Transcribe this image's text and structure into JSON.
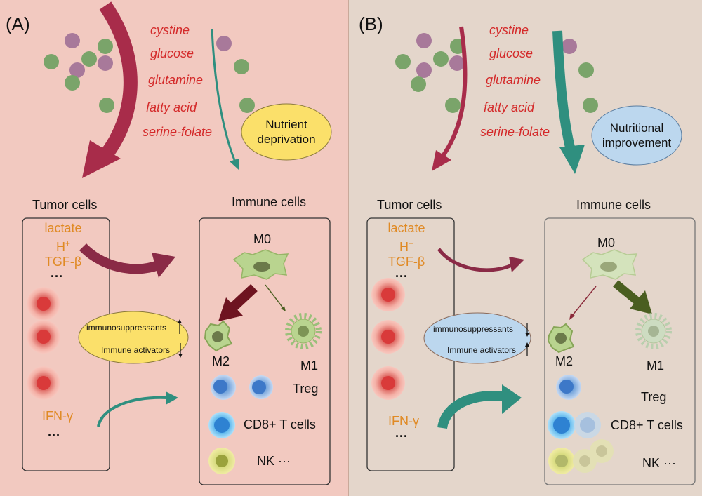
{
  "panels": [
    {
      "label": "(A)",
      "nutrients": [
        "cystine",
        "glucose",
        "glutamine",
        "fatty acid",
        "serine-folate"
      ],
      "state_line1": "Nutrient",
      "state_line2": "deprivation",
      "tumor_heading": "Tumor cells",
      "immune_heading": "Immune cells",
      "factors": [
        "lactate",
        "H",
        "TGF-β",
        "···"
      ],
      "ifn": "IFN-γ",
      "ifn_dots": "···",
      "regulators": [
        "immunosuppressants",
        "Immune activators"
      ],
      "m0": "M0",
      "m2": "M2",
      "m1": "M1",
      "treg": "Treg",
      "cd8": "CD8+ T cells",
      "nk": "NK ···"
    },
    {
      "label": "(B)",
      "nutrients": [
        "cystine",
        "glucose",
        "glutamine",
        "fatty acid",
        "serine-folate"
      ],
      "state_line1": "Nutritional",
      "state_line2": "improvement",
      "tumor_heading": "Tumor cells",
      "immune_heading": "Immune cells",
      "factors": [
        "lactate",
        "H",
        "TGF-β",
        "···"
      ],
      "ifn": "IFN-γ",
      "ifn_dots": "···",
      "regulators": [
        "immunosuppressants",
        "Immune activators"
      ],
      "m0": "M0",
      "m2": "M2",
      "m1": "M1",
      "treg": "Treg",
      "cd8": "CD8+ T cells",
      "nk": "NK ···"
    }
  ],
  "superscript_plus": "+",
  "colors": {
    "panel_a_bg": "#f2c9c0",
    "panel_b_bg": "#e4d6cb",
    "nutrient_text": "#d42a2a",
    "factor_text": "#e08a25",
    "tumor_arrow": "#a82c4a",
    "immune_arrow": "#2f8f7f",
    "dark_red_arrow": "#6e1420",
    "dark_green_arrow": "#4a5e20",
    "deprivation_ellipse": "#fbe06a",
    "improvement_ellipse": "#bcd7ee"
  }
}
